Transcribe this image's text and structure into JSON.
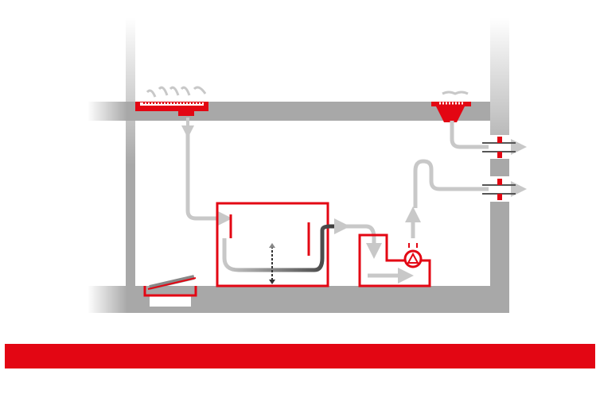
{
  "diagram": {
    "kind": "building drainage schematic",
    "text_labels": [],
    "colors": {
      "structure": "#a8a8a8",
      "accent": "#e30613",
      "flow": "#c8c8c8",
      "flow_dark": "#333333",
      "background": "#ffffff"
    },
    "components": [
      "floor-drain-upper",
      "roof-drain",
      "wall-penetration-seals",
      "separator-tank",
      "pump-sump",
      "pump",
      "backflow-flap"
    ]
  },
  "footer_band": {
    "color": "#e30613"
  }
}
